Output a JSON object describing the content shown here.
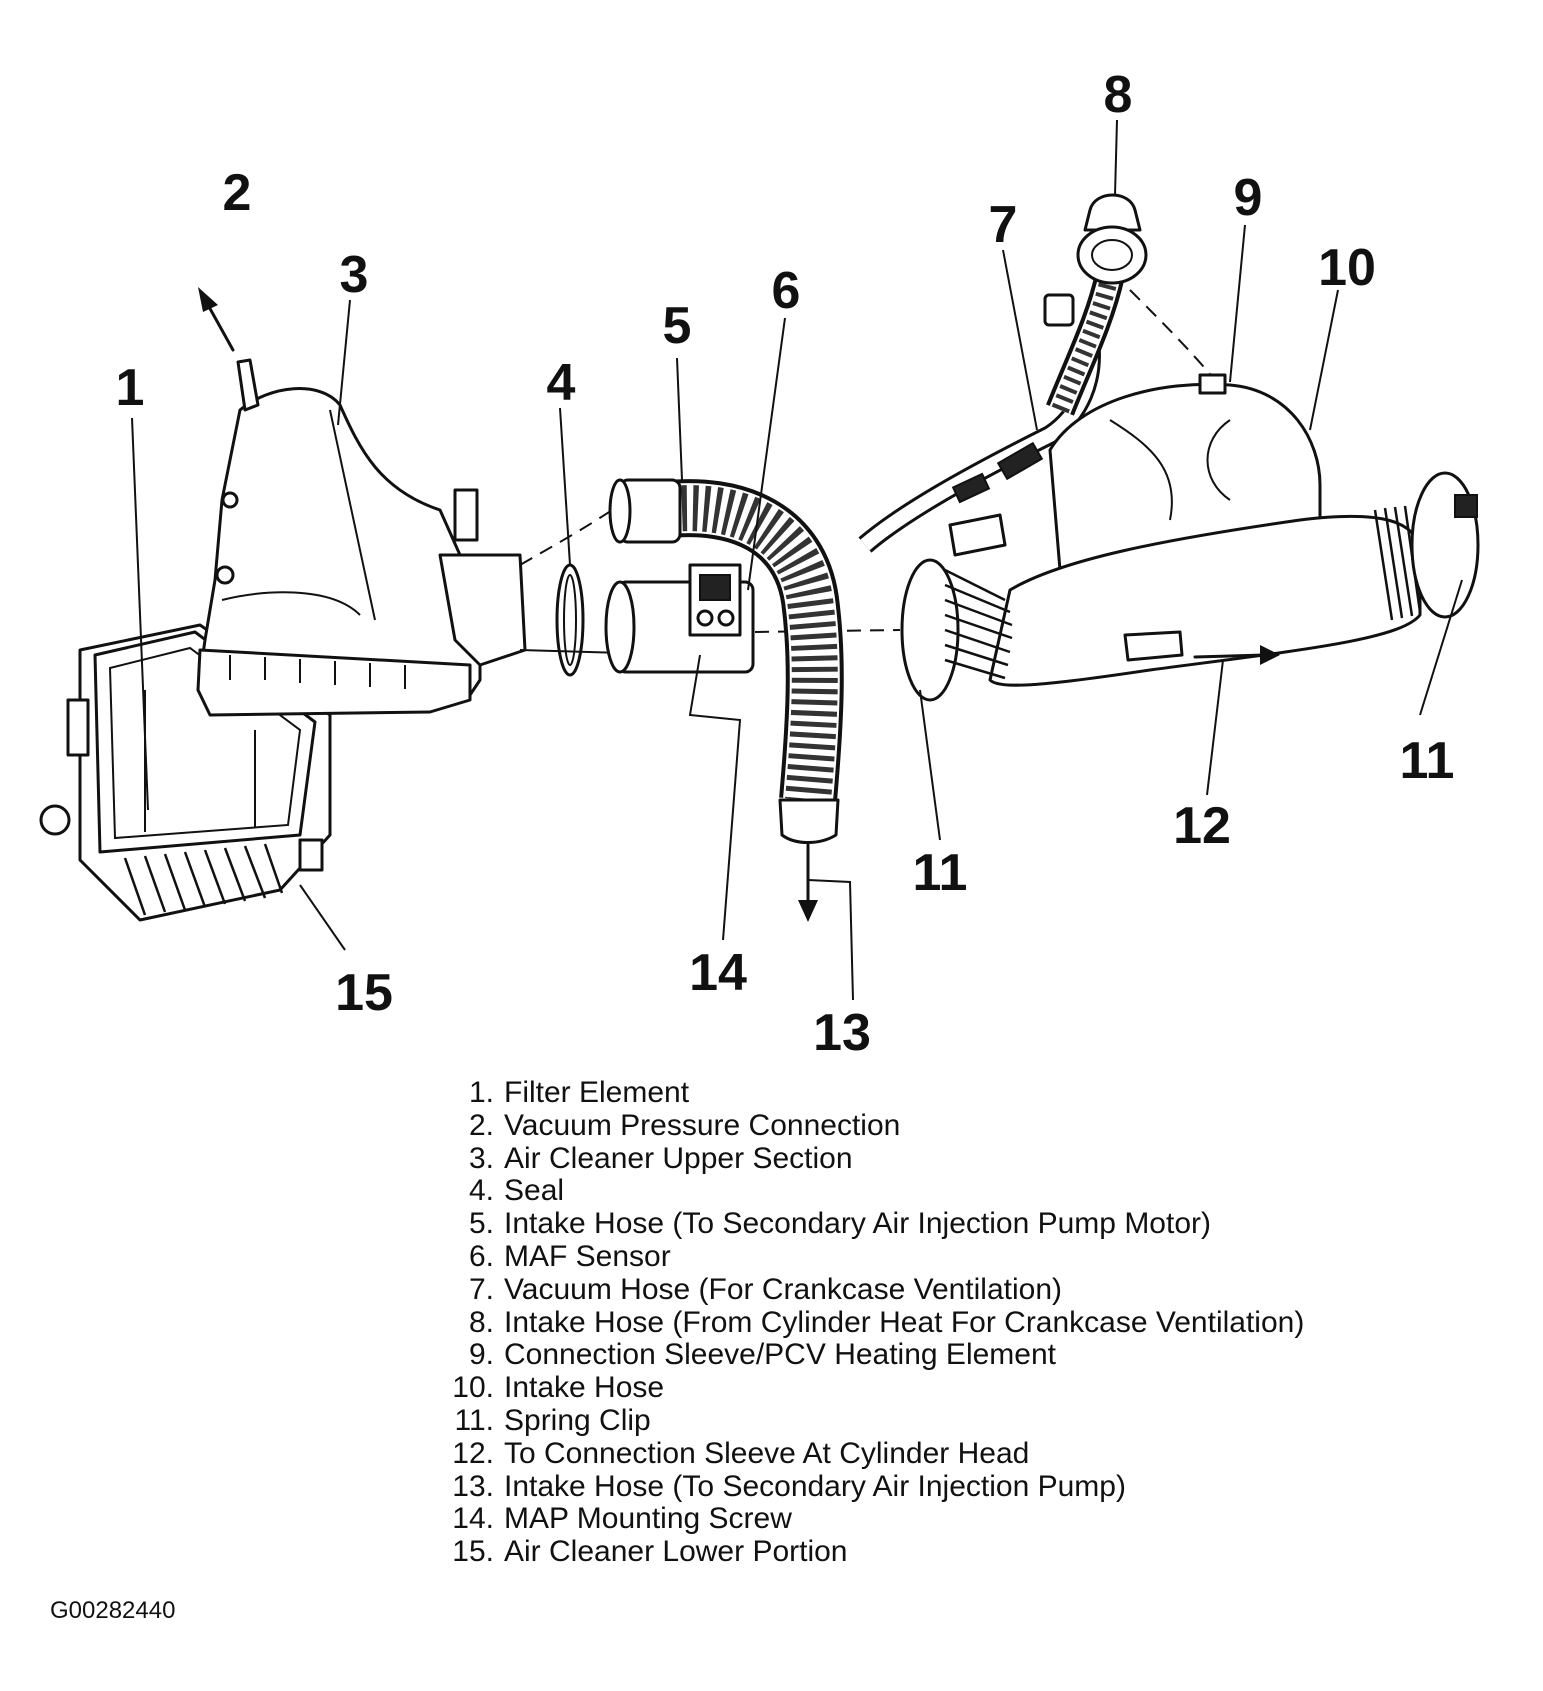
{
  "callouts": [
    {
      "id": "c1",
      "label": "1"
    },
    {
      "id": "c2",
      "label": "2"
    },
    {
      "id": "c3",
      "label": "3"
    },
    {
      "id": "c4",
      "label": "4"
    },
    {
      "id": "c5",
      "label": "5"
    },
    {
      "id": "c6",
      "label": "6"
    },
    {
      "id": "c7",
      "label": "7"
    },
    {
      "id": "c8",
      "label": "8"
    },
    {
      "id": "c9",
      "label": "9"
    },
    {
      "id": "c10",
      "label": "10"
    },
    {
      "id": "c11a",
      "label": "11"
    },
    {
      "id": "c11b",
      "label": "11"
    },
    {
      "id": "c12",
      "label": "12"
    },
    {
      "id": "c13",
      "label": "13"
    },
    {
      "id": "c14",
      "label": "14"
    },
    {
      "id": "c15",
      "label": "15"
    }
  ],
  "legend": [
    {
      "num": "1.",
      "text": "Filter Element"
    },
    {
      "num": "2.",
      "text": "Vacuum Pressure Connection"
    },
    {
      "num": "3.",
      "text": "Air Cleaner Upper Section"
    },
    {
      "num": "4.",
      "text": "Seal"
    },
    {
      "num": "5.",
      "text": "Intake Hose (To Secondary Air Injection Pump Motor)"
    },
    {
      "num": "6.",
      "text": "MAF Sensor"
    },
    {
      "num": "7.",
      "text": "Vacuum Hose (For Crankcase Ventilation)"
    },
    {
      "num": "8.",
      "text": "Intake Hose (From Cylinder Heat For Crankcase Ventilation)"
    },
    {
      "num": "9.",
      "text": "Connection Sleeve/PCV Heating Element"
    },
    {
      "num": "10.",
      "text": "Intake Hose"
    },
    {
      "num": "11.",
      "text": "Spring Clip"
    },
    {
      "num": "12.",
      "text": "To Connection Sleeve At Cylinder Head"
    },
    {
      "num": "13.",
      "text": "Intake Hose (To Secondary Air Injection Pump)"
    },
    {
      "num": "14.",
      "text": "MAP Mounting Screw"
    },
    {
      "num": "15.",
      "text": "Air Cleaner Lower Portion"
    }
  ],
  "figure_id": "G00282440"
}
